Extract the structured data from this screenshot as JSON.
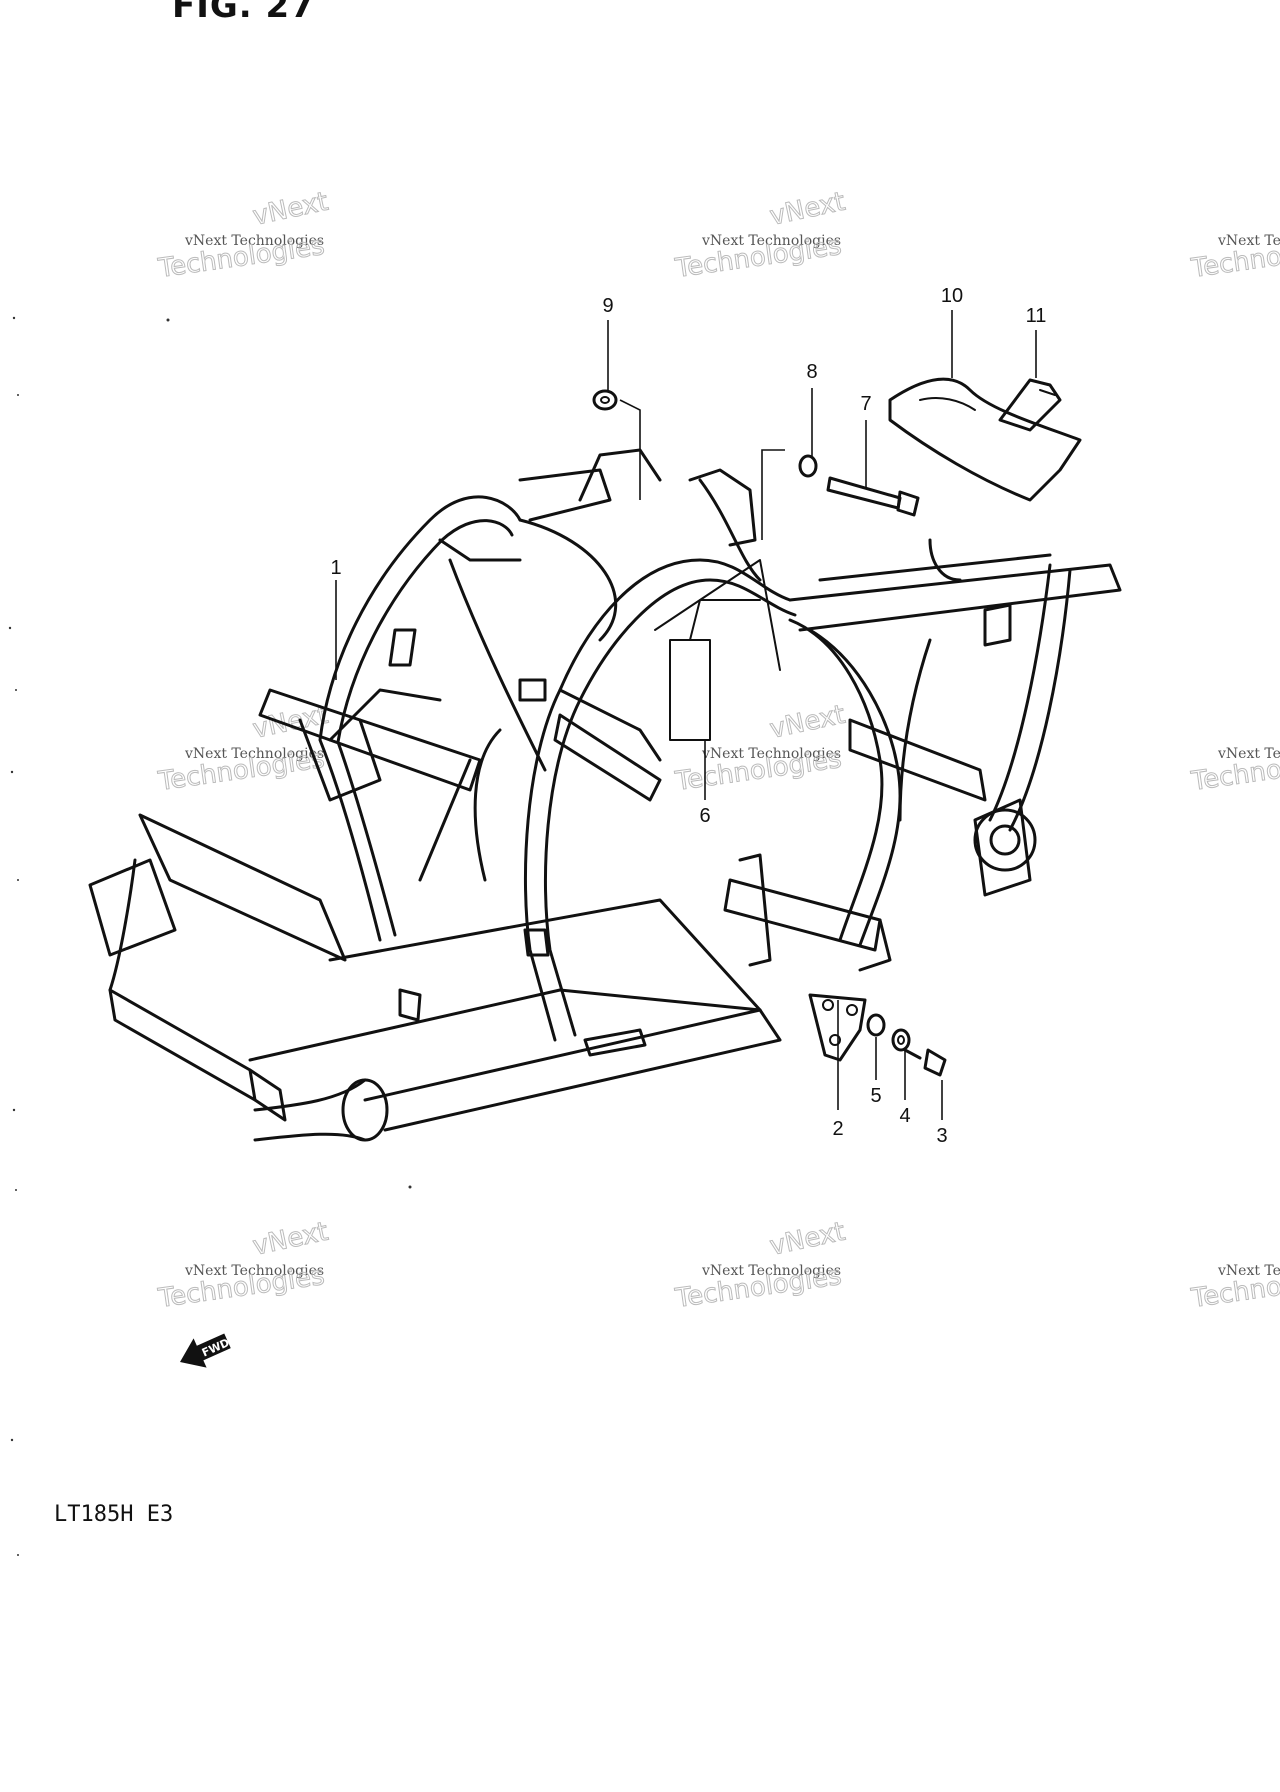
{
  "figure": {
    "title": "FIG. 27",
    "model": "LT185H  E3",
    "fwd_label": "FWD"
  },
  "watermark": {
    "line1": "vNext Technologies",
    "line2": "vNext",
    "line3": "Technologies"
  },
  "callouts": [
    {
      "id": "1",
      "label": "1"
    },
    {
      "id": "2",
      "label": "2"
    },
    {
      "id": "3",
      "label": "3"
    },
    {
      "id": "4",
      "label": "4"
    },
    {
      "id": "5",
      "label": "5"
    },
    {
      "id": "6",
      "label": "6"
    },
    {
      "id": "7",
      "label": "7"
    },
    {
      "id": "8",
      "label": "8"
    },
    {
      "id": "9",
      "label": "9"
    },
    {
      "id": "10",
      "label": "10"
    },
    {
      "id": "11",
      "label": "11"
    }
  ]
}
